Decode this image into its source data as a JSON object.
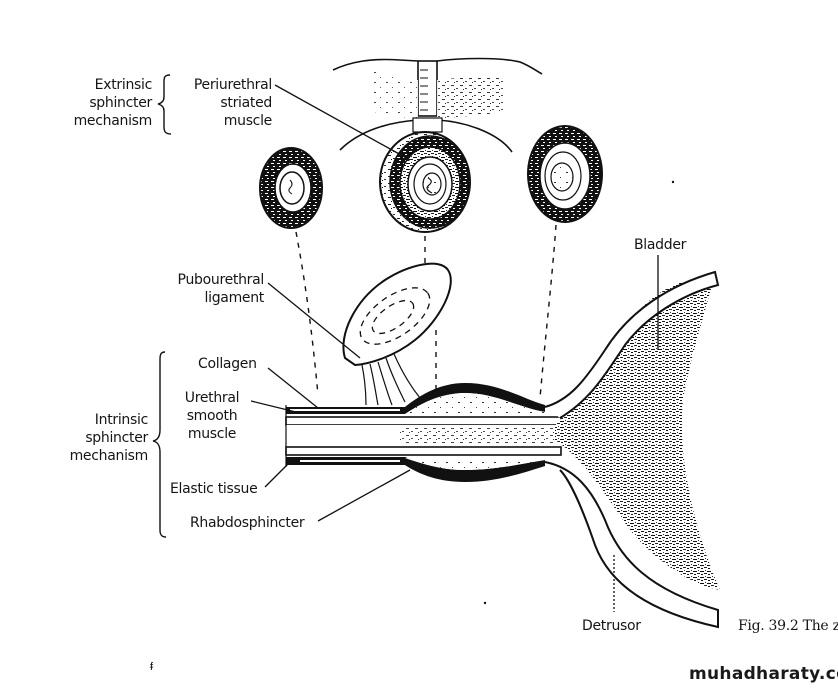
{
  "figure": {
    "title": "Female urethral sphincter mechanism",
    "caption": "Fig. 39.2  The z",
    "watermark": "muhadharaty.com",
    "stray_mark": "ᵮ"
  },
  "groups": {
    "extrinsic": {
      "label_lines": [
        "Extrinsic",
        "sphincter",
        "mechanism"
      ]
    },
    "intrinsic": {
      "label_lines": [
        "Intrinsic",
        "sphincter",
        "mechanism"
      ]
    }
  },
  "labels": {
    "periurethral": [
      "Periurethral",
      "striated",
      "muscle"
    ],
    "pubourethral": [
      "Pubourethral",
      "ligament"
    ],
    "collagen": "Collagen",
    "urethral_smooth": [
      "Urethral",
      "smooth",
      "muscle"
    ],
    "elastic": "Elastic tissue",
    "rhabdo": "Rhabdosphincter",
    "bladder": "Bladder",
    "detrusor": "Detrusor"
  },
  "colors": {
    "ink": "#111111",
    "paper": "#ffffff"
  }
}
